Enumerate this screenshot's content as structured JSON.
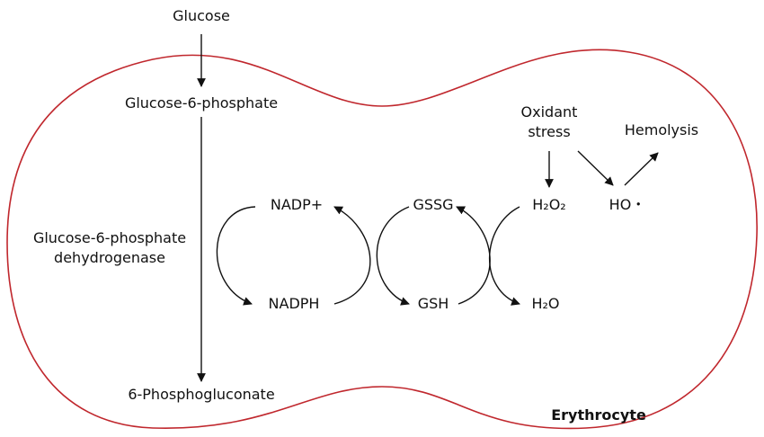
{
  "labels": {
    "glucose": "Glucose",
    "g6p": "Glucose-6-phosphate",
    "g6pd_line1": "Glucose-6-phosphate",
    "g6pd_line2": "dehydrogenase",
    "phosphogluconate": "6-Phosphogluconate",
    "nadp": "NADP+",
    "nadph": "NADPH",
    "gssg": "GSSG",
    "gsh": "GSH",
    "h2o2": "H₂O₂",
    "h2o": "H₂O",
    "oxidant_line1": "Oxidant",
    "oxidant_line2": "stress",
    "ho": "HO・",
    "hemolysis": "Hemolysis",
    "erythrocyte": "Erythrocyte"
  },
  "colors": {
    "membrane": "#c0272d",
    "ink": "#111111"
  }
}
